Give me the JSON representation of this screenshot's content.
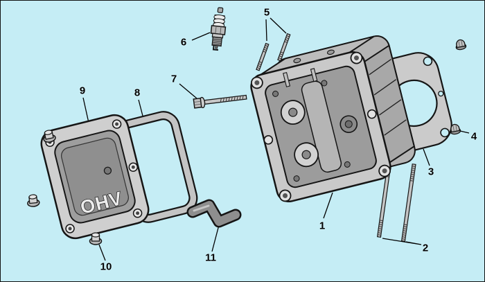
{
  "diagram": {
    "description_label": "exploded-parts-diagram-cylinder-head",
    "cover_emboss": "OHV",
    "colors": {
      "background": "#c5edf5",
      "line": "#151515",
      "part_light": "#cfcfcf",
      "part_mid": "#a8a8a8",
      "part_dark": "#8f8f8f"
    },
    "callouts": [
      {
        "num": "1"
      },
      {
        "num": "2"
      },
      {
        "num": "3"
      },
      {
        "num": "4"
      },
      {
        "num": "5"
      },
      {
        "num": "6"
      },
      {
        "num": "7"
      },
      {
        "num": "8"
      },
      {
        "num": "9"
      },
      {
        "num": "10"
      },
      {
        "num": "11"
      }
    ]
  }
}
